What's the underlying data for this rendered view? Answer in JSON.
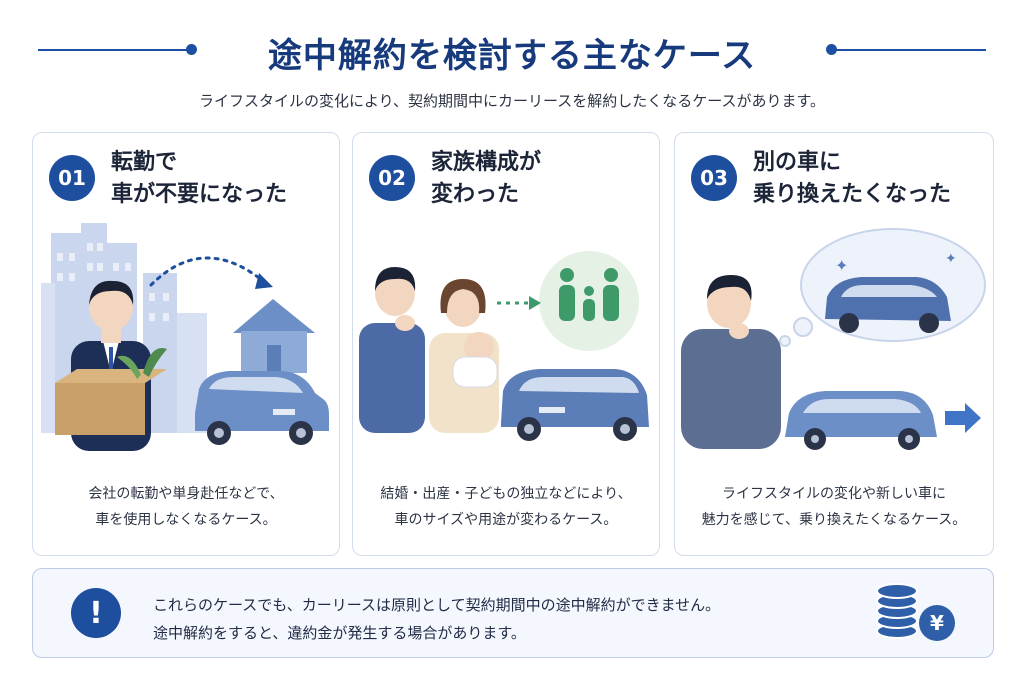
{
  "header": {
    "title": "途中解約を検討する主なケース",
    "subtitle": "ライフスタイルの変化により、契約期間中にカーリースを解約したくなるケースがあります。"
  },
  "cases": [
    {
      "number": "01",
      "heading_line1": "転勤で",
      "heading_line2": "車が不要になった",
      "desc_line1": "会社の転勤や単身赴任などで、",
      "desc_line2": "車を使用しなくなるケース。"
    },
    {
      "number": "02",
      "heading_line1": "家族構成が",
      "heading_line2": "変わった",
      "desc_line1": "結婚・出産・子どもの独立などにより、",
      "desc_line2": "車のサイズや用途が変わるケース。"
    },
    {
      "number": "03",
      "heading_line1": "別の車に",
      "heading_line2": "乗り換えたくなった",
      "desc_line1": "ライフスタイルの変化や新しい車に",
      "desc_line2": "魅力を感じて、乗り換えたくなるケース。"
    }
  ],
  "notice": {
    "icon": "!",
    "line1": "これらのケースでも、カーリースは原則として契約期間中の途中解約ができません。",
    "line2": "途中解約をすると、違約金が発生する場合があります。",
    "yen_symbol": "¥"
  },
  "colors": {
    "primary": "#1d4f9e",
    "title": "#163a7c",
    "car": "#5b7db8",
    "green": "#3f9a6a"
  }
}
